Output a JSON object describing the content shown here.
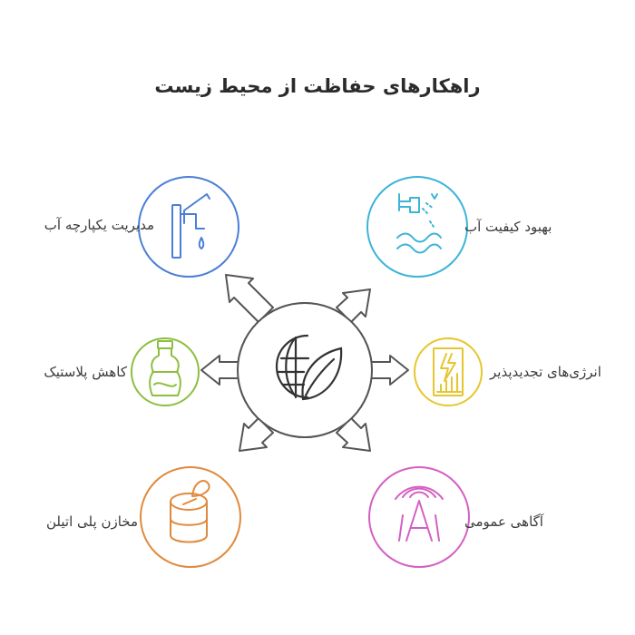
{
  "title": "راهکارهای حفاظت از محیط زیست",
  "items": [
    {
      "label": "مدیریت یکپارچه آب",
      "icon": "faucet-icon",
      "color": "#4a7fd6"
    },
    {
      "label": "کاهش پلاستیک",
      "icon": "plastic-bottle-icon",
      "color": "#8cbf3f"
    },
    {
      "label": "مخازن پلی اتیلن",
      "icon": "tin-can-icon",
      "color": "#e08a3c"
    },
    {
      "label": "بهبود کیفیت آب",
      "icon": "water-quality-icon",
      "color": "#3cb4d8"
    },
    {
      "label": "انرژی‌های تجدیدپذیر",
      "icon": "renewable-energy-icon",
      "color": "#e6c62f"
    },
    {
      "label": "آگاهی عمومی",
      "icon": "broadcast-awareness-icon",
      "color": "#d45fc4"
    }
  ],
  "center": {
    "icon": "globe-leaf-icon",
    "color": "#444444"
  }
}
